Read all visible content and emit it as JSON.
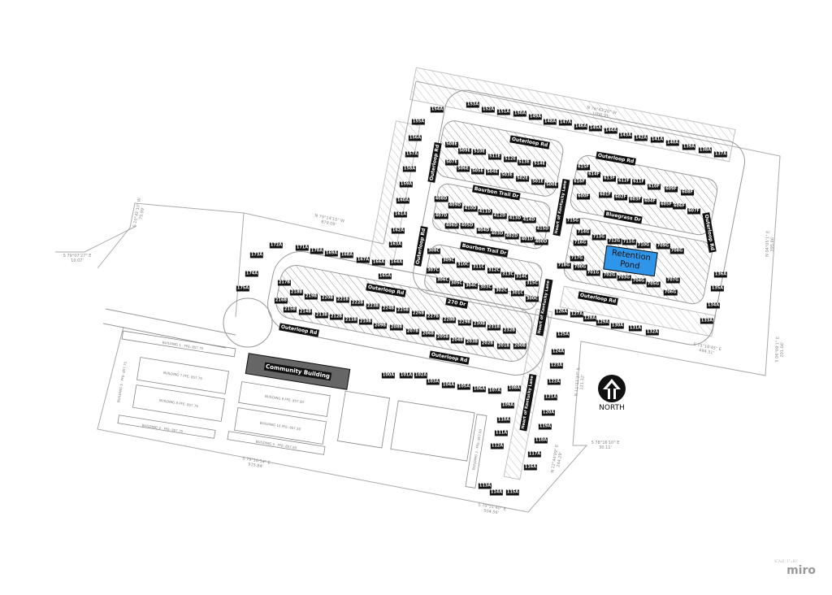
{
  "lots": [
    "100A",
    "101A",
    "102A",
    "103A",
    "104A",
    "105A",
    "106A",
    "107A",
    "108A",
    "109A",
    "110A",
    "111A",
    "112A",
    "113A",
    "114A",
    "115A",
    "116A",
    "117A",
    "118A",
    "119A",
    "120A",
    "121A",
    "122A",
    "123A",
    "124A",
    "125A",
    "126A",
    "127A",
    "128A",
    "129A",
    "130A",
    "131A",
    "132A",
    "133A",
    "134A",
    "135A",
    "136A",
    "137A",
    "138A",
    "139A",
    "140A",
    "141A",
    "142A",
    "143A",
    "144A",
    "145A",
    "146A",
    "147A",
    "148A",
    "149A",
    "150A",
    "151A",
    "152A",
    "153A",
    "154A",
    "155A",
    "156A",
    "157A",
    "158A",
    "159A",
    "160A",
    "161A",
    "162A",
    "163A",
    "164A",
    "165A",
    "166A",
    "167A",
    "168A",
    "169A",
    "170A",
    "171A",
    "172A",
    "173A",
    "174A",
    "175A",
    "200B",
    "201B",
    "202B",
    "203B",
    "204B",
    "205B",
    "206B",
    "207B",
    "208B",
    "209B",
    "210B",
    "211B",
    "212B",
    "213B",
    "214B",
    "215B",
    "216B",
    "217B",
    "218B",
    "219B",
    "220B",
    "221B",
    "222B",
    "223B",
    "224B",
    "225B",
    "226B",
    "227B",
    "228B",
    "229B",
    "230B",
    "231B",
    "232B",
    "300C",
    "301C",
    "302C",
    "303C",
    "304C",
    "305C",
    "306C",
    "307C",
    "308C",
    "309C",
    "310C",
    "311C",
    "312C",
    "313C",
    "314C",
    "315C",
    "400D",
    "401D",
    "402D",
    "403D",
    "404D",
    "405D",
    "406D",
    "407D",
    "408D",
    "409D",
    "410D",
    "411D",
    "412D",
    "413D",
    "414D",
    "415D",
    "500E",
    "501E",
    "502E",
    "503E",
    "504E",
    "505E",
    "506E",
    "507E",
    "508E",
    "509E",
    "510E",
    "511E",
    "512E",
    "513E",
    "514E",
    "600F",
    "601F",
    "602F",
    "603F",
    "604F",
    "605F",
    "606F",
    "607F",
    "608F",
    "609F",
    "610F",
    "611F",
    "612F",
    "613F",
    "614F",
    "615F",
    "616F",
    "700G",
    "701G",
    "702G",
    "703G",
    "704G",
    "705G",
    "706G",
    "707G",
    "708G",
    "709G",
    "710G",
    "711G",
    "712G",
    "713G",
    "714G",
    "715G",
    "716G",
    "717G",
    "718G"
  ],
  "roads": [
    "Outerloop Rd",
    "Outerloop Rd",
    "Outerloop Rd",
    "Bourbon Trail Dr",
    "Bourbon Trail Dr",
    "Heart of Kentucky Lane",
    "Bluegrass Dr",
    "Outerloop Rd",
    "Outerloop Rd",
    "Outerloop Rd",
    "270 Dr",
    "Outerloop Rd",
    "Outerloop Rd",
    "Heart of Kentucky Lane",
    "Heart of Kentucky Lane",
    "Outerloop Rd"
  ],
  "retention_pond": "Retention Pond",
  "community_building": "Community Building",
  "north_label": "NORTH",
  "dimensions": [
    {
      "bearing": "N 76°43'20\" W",
      "length": "1008.91'"
    },
    {
      "bearing": "S 75°18'45\" E",
      "length": "494.51'"
    },
    {
      "bearing": "S 79°16'54\" E",
      "length": "915.84'"
    },
    {
      "bearing": "S 79°51'40\" E",
      "length": "504.56'"
    },
    {
      "bearing": "N 79°14'15\" W",
      "length": "879.09'"
    },
    {
      "bearing": "S 79°07'27\" E",
      "length": "10.07'"
    },
    {
      "bearing": "S 10°42'10\" W",
      "length": "75.99'"
    },
    {
      "bearing": "N 04°05'1\" E",
      "length": "395.86'"
    },
    {
      "bearing": "S 06°09'1\" E",
      "length": "201.06'"
    },
    {
      "bearing": "S 78°16'10\" E",
      "length": "30.11'"
    },
    {
      "bearing": "N 11°11'37\" E",
      "length": "121.32'"
    },
    {
      "bearing": "N 12°44'09\" E",
      "length": "244.29'"
    }
  ],
  "buildings": [
    "BUILDING 1 · FFE: 857.75",
    "BUILDING 7 FFE: 857.75",
    "BUILDING 8 FFE: 857.75",
    "BUILDING 9 FFE: 857.50",
    "BUILDING 10 FFE: 857.50",
    "BUILDING 4 · FFE: 857.75",
    "BUILDING 3 · FFE: 857.50",
    "BUILDING 5 · FFE: 857.75",
    "BUILDING 2 · FFE: 857.50"
  ],
  "watermark": "miro",
  "scale_note": "SCALE: 1\"=60'",
  "colors": {
    "pond": "#2f95e8",
    "community_building": "#666666",
    "label_bg": "#111111",
    "lines": "#999999"
  }
}
